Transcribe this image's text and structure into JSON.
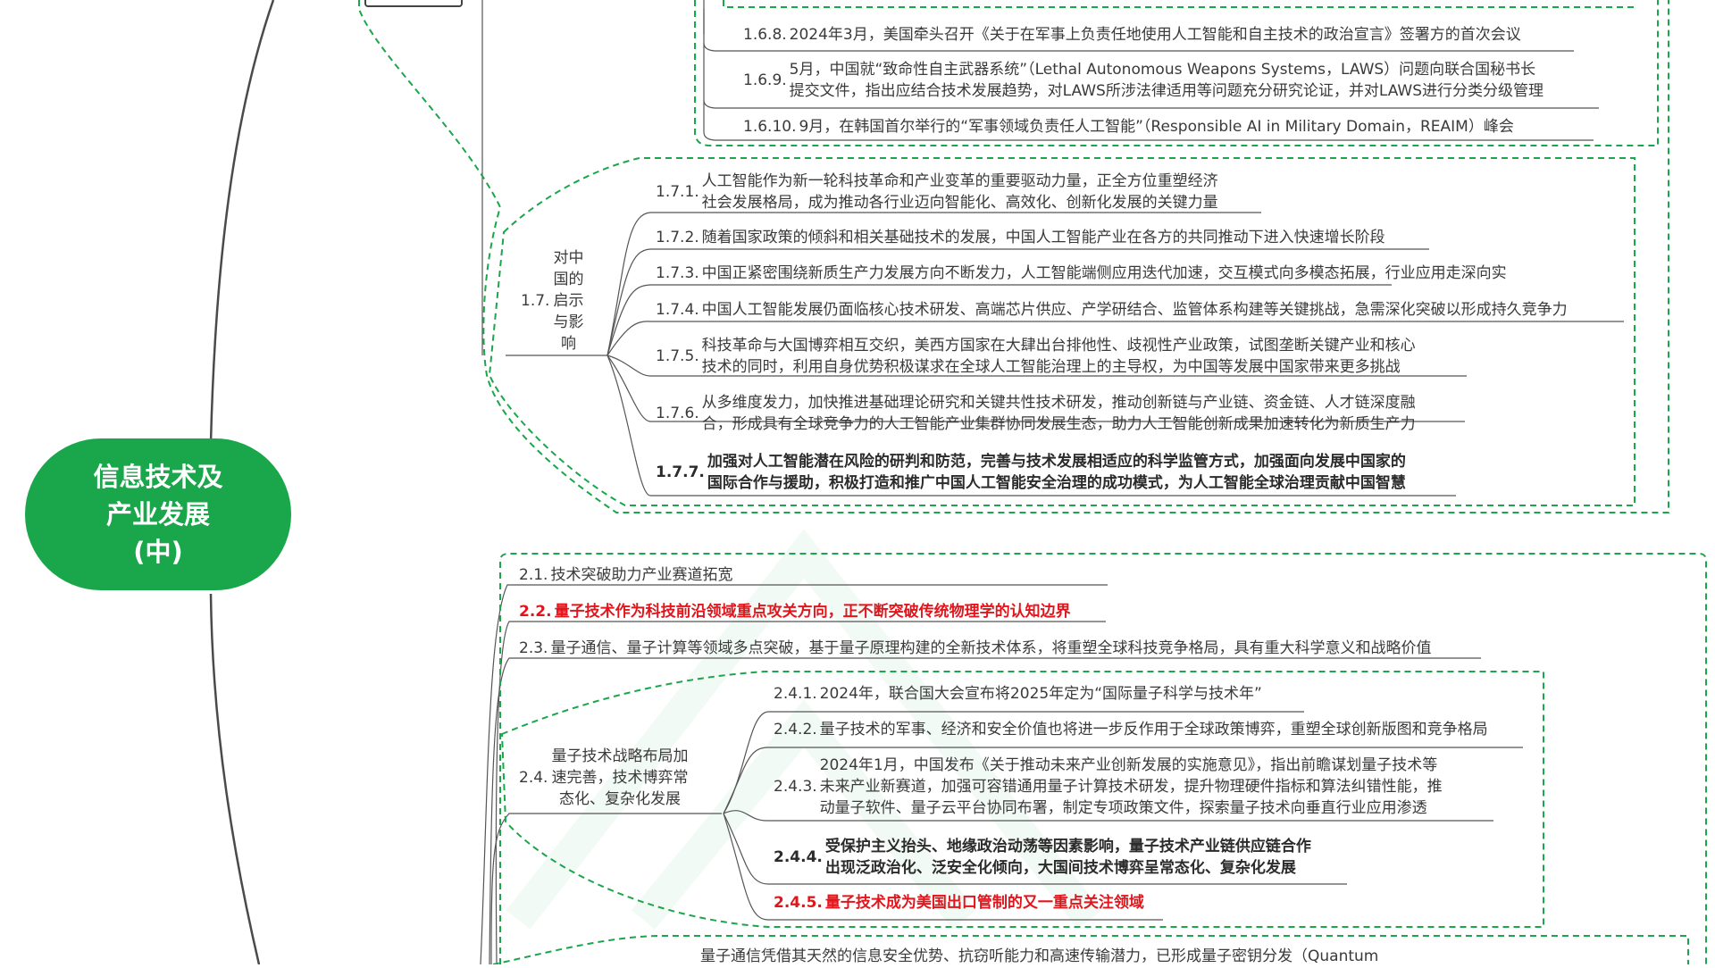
{
  "root": {
    "label": "信息技术及\n产业发展\n(中)"
  },
  "colors": {
    "accent": "#1aa64a",
    "highlight": "#e0161c",
    "frame": "#1aa64a",
    "line": "#4a4a4a"
  },
  "section1": {
    "items_1_6": [
      {
        "num": "1.6.8.",
        "text": "2024年3月，美国牵头召开《关于在军事上负责任地使用人工智能和自主技术的政治宣言》签署方的首次会议"
      },
      {
        "num": "1.6.9.",
        "text": "5月，中国就“致命性自主武器系统”（Lethal Autonomous Weapons Systems，LAWS）问题向联合国秘书长\n提交文件，指出应结合技术发展趋势，对LAWS所涉法律适用等问题充分研究论证，并对LAWS进行分类分级管理"
      },
      {
        "num": "1.6.10.",
        "text": "9月，在韩国首尔举行的“军事领域负责任人工智能”（Responsible AI in Military Domain，REAIM）峰会"
      }
    ],
    "branch_1_7": {
      "num": "1.7.",
      "label": "对中\n国的\n启示\n与影\n响",
      "items": [
        {
          "num": "1.7.1.",
          "text": "人工智能作为新一轮科技革命和产业变革的重要驱动力量，正全方位重塑经济\n社会发展格局，成为推动各行业迈向智能化、高效化、创新化发展的关键力量"
        },
        {
          "num": "1.7.2.",
          "text": "随着国家政策的倾斜和相关基础技术的发展，中国人工智能产业在各方的共同推动下进入快速增长阶段"
        },
        {
          "num": "1.7.3.",
          "text": "中国正紧密围绕新质生产力发展方向不断发力，人工智能端侧应用迭代加速，交互模式向多模态拓展，行业应用走深向实"
        },
        {
          "num": "1.7.4.",
          "text": "中国人工智能发展仍面临核心技术研发、高端芯片供应、产学研结合、监管体系构建等关键挑战，急需深化突破以形成持久竞争力"
        },
        {
          "num": "1.7.5.",
          "text": "科技革命与大国博弈相互交织，美西方国家在大肆出台排他性、歧视性产业政策，试图垄断关键产业和核心\n技术的同时，利用自身优势积极谋求在全球人工智能治理上的主导权，为中国等发展中国家带来更多挑战"
        },
        {
          "num": "1.7.6.",
          "text": "从多维度发力，加快推进基础理论研究和关键共性技术研发，推动创新链与产业链、资金链、人才链深度融\n合，形成具有全球竞争力的人工智能产业集群协同发展生态，助力人工智能创新成果加速转化为新质生产力"
        },
        {
          "num": "1.7.7.",
          "text": "加强对人工智能潜在风险的研判和防范，完善与技术发展相适应的科学监管方式，加强面向发展中国家的\n国际合作与援助，积极打造和推广中国人工智能安全治理的成功模式，为人工智能全球治理贡献中国智慧"
        }
      ]
    }
  },
  "section2": {
    "items": [
      {
        "num": "2.1.",
        "text": "技术突破助力产业赛道拓宽"
      },
      {
        "num": "2.2.",
        "text": "量子技术作为科技前沿领域重点攻关方向，正不断突破传统物理学的认知边界"
      },
      {
        "num": "2.3.",
        "text": "量子通信、量子计算等领域多点突破，基于量子原理构建的全新技术体系，将重塑全球科技竞争格局，具有重大科学意义和战略价值"
      }
    ],
    "branch_2_4": {
      "num": "2.4.",
      "label": "量子技术战略布局加\n速完善，技术博弈常\n态化、复杂化发展",
      "items": [
        {
          "num": "2.4.1.",
          "text": "2024年，联合国大会宣布将2025年定为“国际量子科学与技术年”"
        },
        {
          "num": "2.4.2.",
          "text": "量子技术的军事、经济和安全价值也将进一步反作用于全球政策博弈，重塑全球创新版图和竞争格局"
        },
        {
          "num": "2.4.3.",
          "text": "2024年1月，中国发布《关于推动未来产业创新发展的实施意见》，指出前瞻谋划量子技术等\n未来产业新赛道，加强可容错通用量子计算技术研发，提升物理硬件指标和算法纠错性能，推\n动量子软件、量子云平台协同布署，制定专项政策文件，探索量子技术向垂直行业应用渗透"
        },
        {
          "num": "2.4.4.",
          "text": "受保护主义抬头、地缘政治动荡等因素影响，量子技术产业链供应链合作\n出现泛政治化、泛安全化倾向，大国间技术博弈呈常态化、复杂化发展"
        },
        {
          "num": "2.4.5.",
          "text": "量子技术成为美国出口管制的又一重点关注领域"
        }
      ]
    },
    "partial_2_5": {
      "text": "量子通信凭借其天然的信息安全优势、抗窃听能力和高速传输潜力，已形成量子密钥分发（Quantum"
    }
  }
}
